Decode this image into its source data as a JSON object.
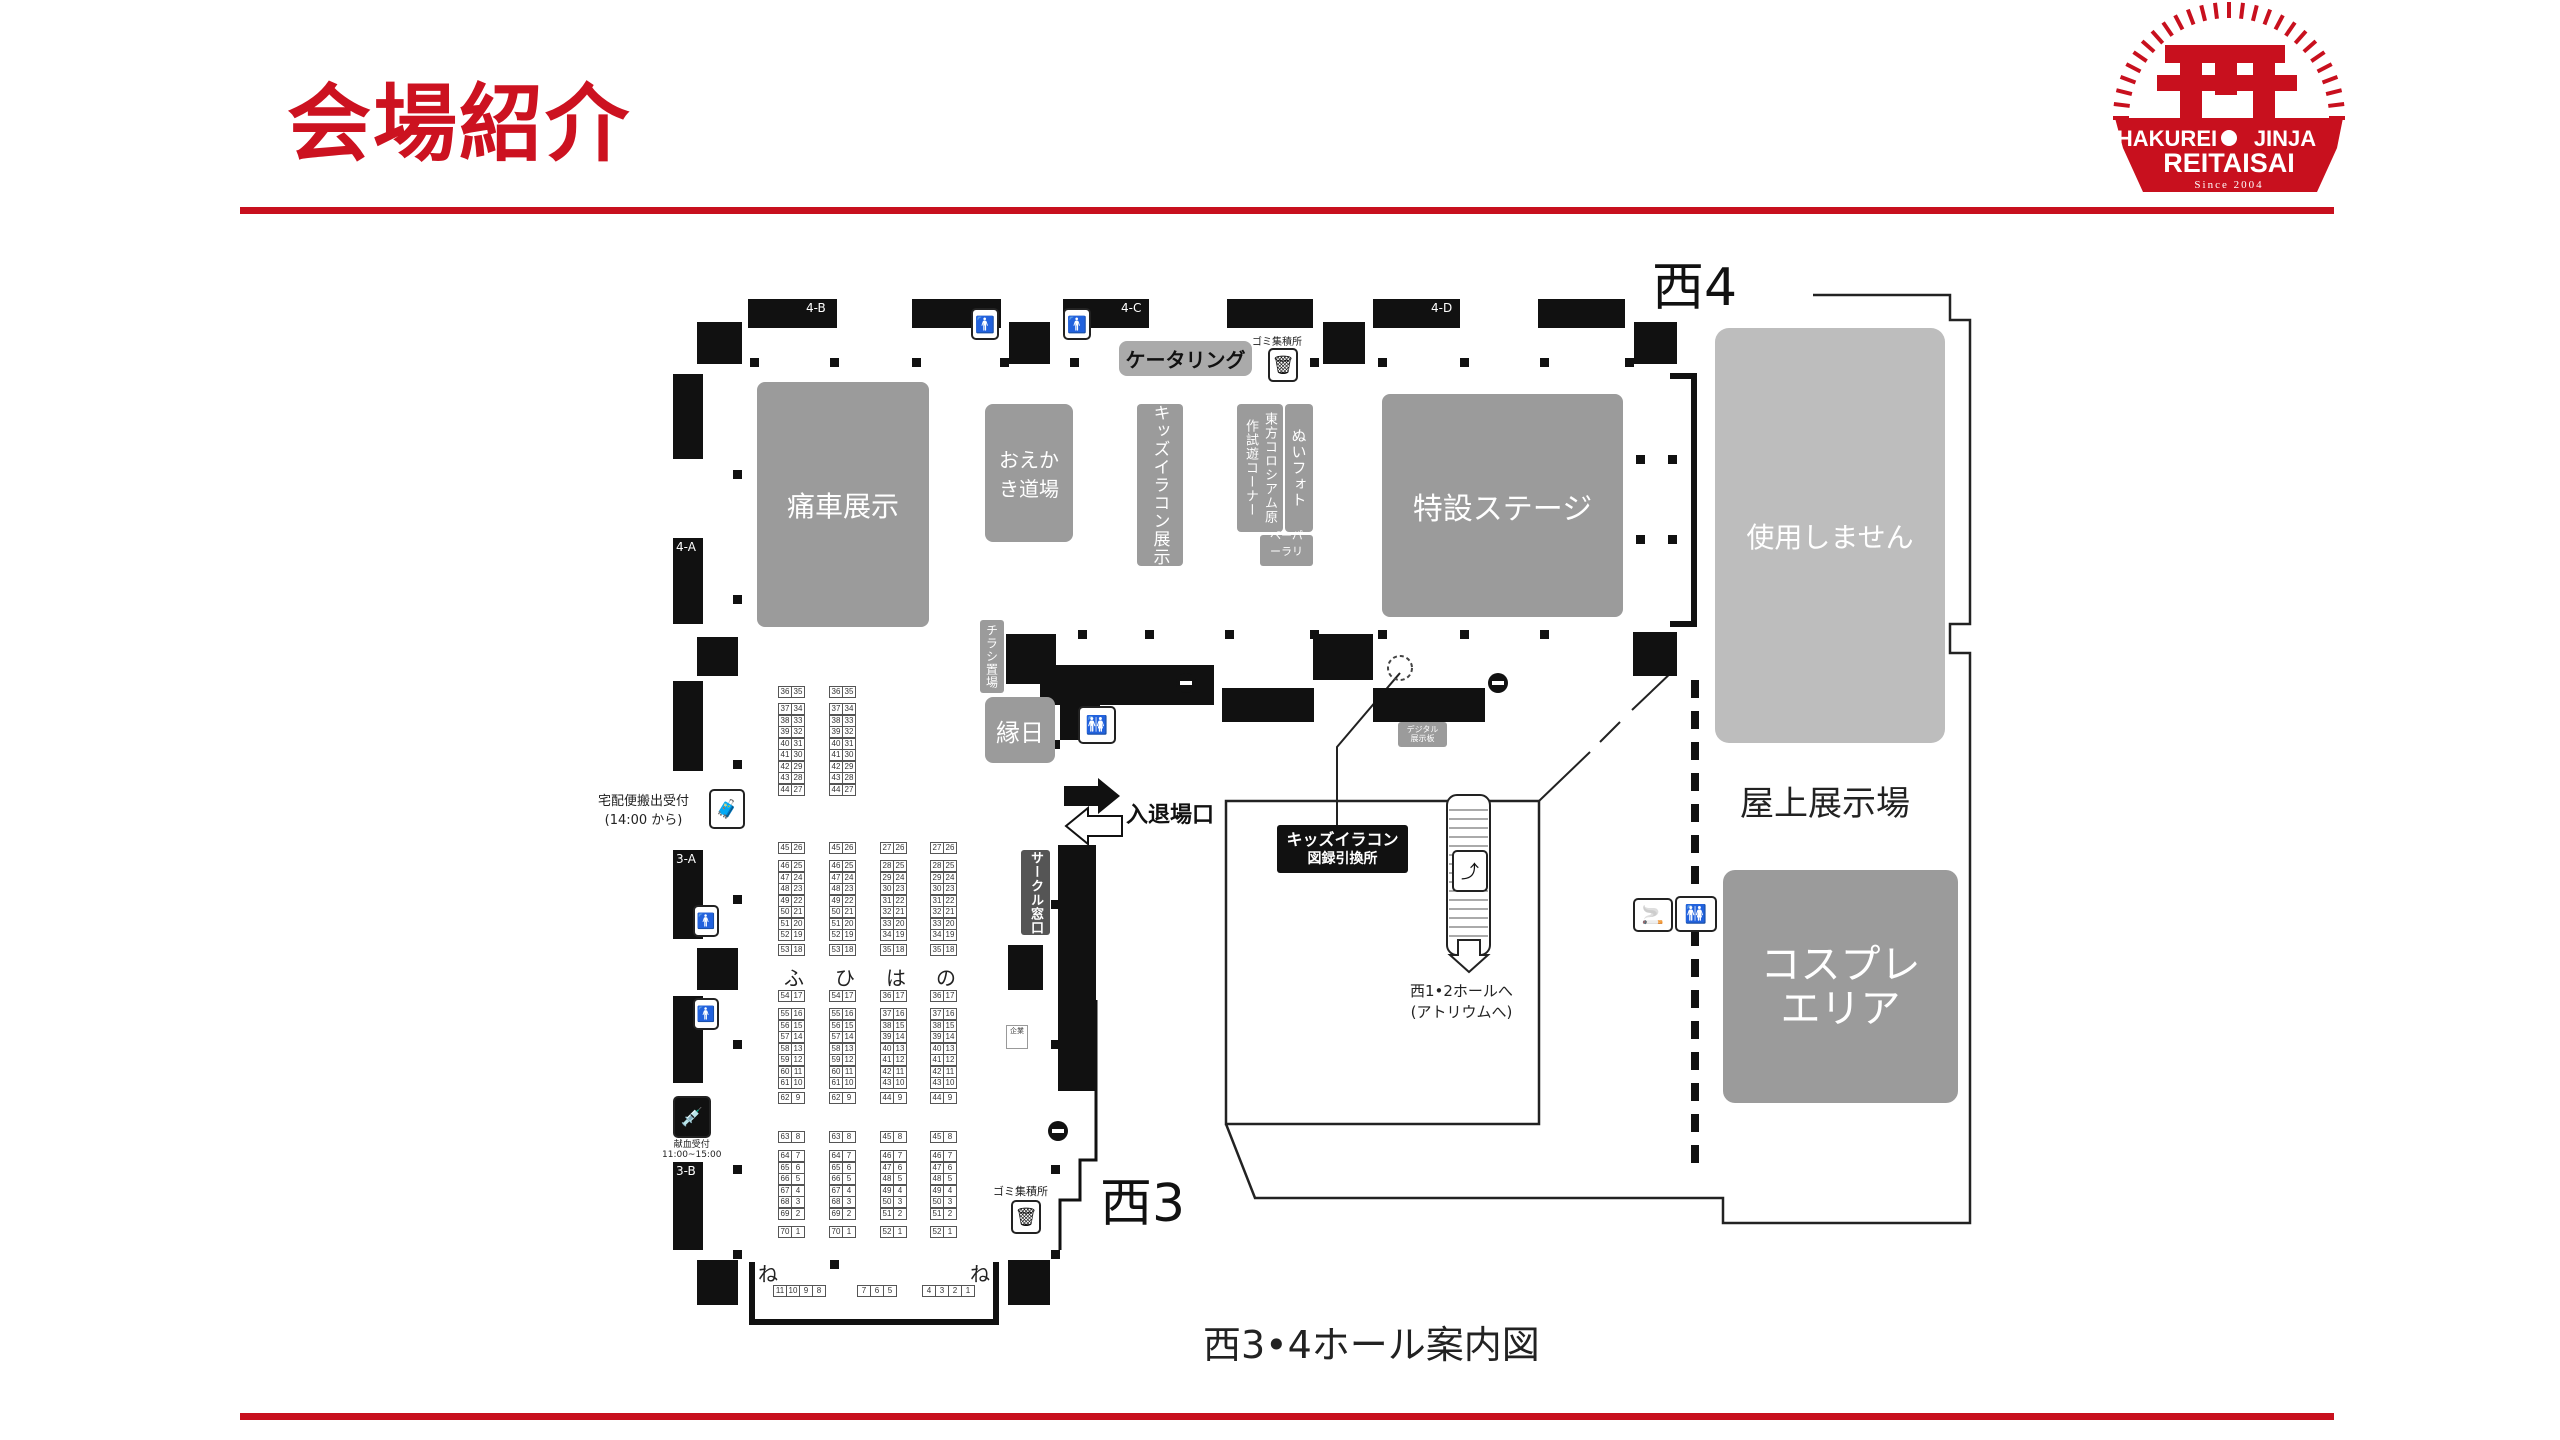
{
  "header": {
    "title": "会場紹介"
  },
  "logo": {
    "line1a": "HAKUREI",
    "line1b": "JINJA",
    "line2": "REITAISAI",
    "since": "Since 2004"
  },
  "map": {
    "caption": "西3•4ホール案内図",
    "halls": {
      "west4": "西4",
      "west3": "西3",
      "rooftop": "屋上展示場"
    },
    "gates": {
      "4a": "4-A",
      "4b": "4-B",
      "4c": "4-C",
      "4d": "4-D",
      "3a": "3-A",
      "3b": "3-B"
    },
    "areas": {
      "itasha": "痛車展示",
      "oekaki": "おえかき道場",
      "kids_exhibit": "キッズイラコン展示",
      "colosseum": "東方コロシアム原作試遊コーナー",
      "nui_photo": "ぬいフォト",
      "paper_rally": "ペーパーラリー",
      "stage": "特設ステージ",
      "catering": "ケータリング",
      "flyer": "チラシ置場",
      "ennichi": "縁日",
      "circle_window": "サークル窓口",
      "unused": "使用しません",
      "cosplay_line1": "コスプレ",
      "cosplay_line2": "エリア",
      "digital_board": "デジタル展示板",
      "kigyo": "企業",
      "kids_exchange_line1": "キッズイラコン",
      "kids_exchange_line2": "図録引換所"
    },
    "labels": {
      "garbage_top": "ゴミ集積所",
      "garbage_bottom": "ゴミ集積所",
      "entrance": "入退場口",
      "delivery_line1": "宅配便搬出受付",
      "delivery_line2": "(14:00 から)",
      "blood_line1": "献血受付",
      "blood_line2": "11:00~15:00",
      "to_west12_line1": "西1•2ホールへ",
      "to_west12_line2": "(アトリウムへ)"
    },
    "block_letters": [
      "ふ",
      "ひ",
      "は",
      "の"
    ],
    "ne_label": "ね",
    "booth_columns": [
      {
        "groups": [
          [
            [
              36,
              35
            ]
          ],
          [
            [
              37,
              34
            ],
            [
              38,
              33
            ],
            [
              39,
              32
            ],
            [
              40,
              31
            ],
            [
              41,
              30
            ],
            [
              42,
              29
            ],
            [
              43,
              28
            ],
            [
              44,
              27
            ]
          ],
          [
            [
              45,
              26
            ]
          ],
          [
            [
              46,
              25
            ],
            [
              47,
              24
            ],
            [
              48,
              23
            ],
            [
              49,
              22
            ],
            [
              50,
              21
            ],
            [
              51,
              20
            ],
            [
              52,
              19
            ]
          ],
          [
            [
              53,
              18
            ]
          ],
          [
            [
              54,
              17
            ]
          ],
          [
            [
              55,
              16
            ],
            [
              56,
              15
            ],
            [
              57,
              14
            ],
            [
              58,
              13
            ],
            [
              59,
              12
            ],
            [
              60,
              11
            ],
            [
              61,
              10
            ]
          ],
          [
            [
              62,
              9
            ]
          ],
          [
            [
              63,
              8
            ]
          ],
          [
            [
              64,
              7
            ],
            [
              65,
              6
            ],
            [
              66,
              5
            ],
            [
              67,
              4
            ],
            [
              68,
              3
            ],
            [
              69,
              2
            ]
          ],
          [
            [
              70,
              1
            ]
          ]
        ]
      },
      {
        "groups": [
          [
            [
              36,
              35
            ]
          ],
          [
            [
              37,
              34
            ],
            [
              38,
              33
            ],
            [
              39,
              32
            ],
            [
              40,
              31
            ],
            [
              41,
              30
            ],
            [
              42,
              29
            ],
            [
              43,
              28
            ],
            [
              44,
              27
            ]
          ],
          [
            [
              45,
              26
            ]
          ],
          [
            [
              46,
              25
            ],
            [
              47,
              24
            ],
            [
              48,
              23
            ],
            [
              49,
              22
            ],
            [
              50,
              21
            ],
            [
              51,
              20
            ],
            [
              52,
              19
            ]
          ],
          [
            [
              53,
              18
            ]
          ],
          [
            [
              54,
              17
            ]
          ],
          [
            [
              55,
              16
            ],
            [
              56,
              15
            ],
            [
              57,
              14
            ],
            [
              58,
              13
            ],
            [
              59,
              12
            ],
            [
              60,
              11
            ],
            [
              61,
              10
            ]
          ],
          [
            [
              62,
              9
            ]
          ],
          [
            [
              63,
              8
            ]
          ],
          [
            [
              64,
              7
            ],
            [
              65,
              6
            ],
            [
              66,
              5
            ],
            [
              67,
              4
            ],
            [
              68,
              3
            ],
            [
              69,
              2
            ]
          ],
          [
            [
              70,
              1
            ]
          ]
        ]
      },
      {
        "groups": [
          null,
          null,
          [
            [
              27,
              26
            ]
          ],
          [
            [
              28,
              25
            ],
            [
              29,
              24
            ],
            [
              30,
              23
            ],
            [
              31,
              22
            ],
            [
              32,
              21
            ],
            [
              33,
              20
            ],
            [
              34,
              19
            ]
          ],
          [
            [
              35,
              18
            ]
          ],
          [
            [
              36,
              17
            ]
          ],
          [
            [
              37,
              16
            ],
            [
              38,
              15
            ],
            [
              39,
              14
            ],
            [
              40,
              13
            ],
            [
              41,
              12
            ],
            [
              42,
              11
            ],
            [
              43,
              10
            ]
          ],
          [
            [
              44,
              9
            ]
          ],
          [
            [
              45,
              8
            ]
          ],
          [
            [
              46,
              7
            ],
            [
              47,
              6
            ],
            [
              48,
              5
            ],
            [
              49,
              4
            ],
            [
              50,
              3
            ],
            [
              51,
              2
            ]
          ],
          [
            [
              52,
              1
            ]
          ]
        ]
      },
      {
        "groups": [
          null,
          null,
          [
            [
              27,
              26
            ]
          ],
          [
            [
              28,
              25
            ],
            [
              29,
              24
            ],
            [
              30,
              23
            ],
            [
              31,
              22
            ],
            [
              32,
              21
            ],
            [
              33,
              20
            ],
            [
              34,
              19
            ]
          ],
          [
            [
              35,
              18
            ]
          ],
          [
            [
              36,
              17
            ]
          ],
          [
            [
              37,
              16
            ],
            [
              38,
              15
            ],
            [
              39,
              14
            ],
            [
              40,
              13
            ],
            [
              41,
              12
            ],
            [
              42,
              11
            ],
            [
              43,
              10
            ]
          ],
          [
            [
              44,
              9
            ]
          ],
          [
            [
              45,
              8
            ]
          ],
          [
            [
              46,
              7
            ],
            [
              47,
              6
            ],
            [
              48,
              5
            ],
            [
              49,
              4
            ],
            [
              50,
              3
            ],
            [
              51,
              2
            ]
          ],
          [
            [
              52,
              1
            ]
          ]
        ]
      }
    ],
    "ne_row": [
      [
        11,
        10,
        9,
        8
      ],
      [
        7,
        6,
        5
      ],
      [
        4,
        3,
        2,
        1
      ]
    ]
  },
  "colors": {
    "brand_red": "#c8101e",
    "area_gray": "#9b9b9b",
    "unused_gray": "#bdbdbd"
  }
}
